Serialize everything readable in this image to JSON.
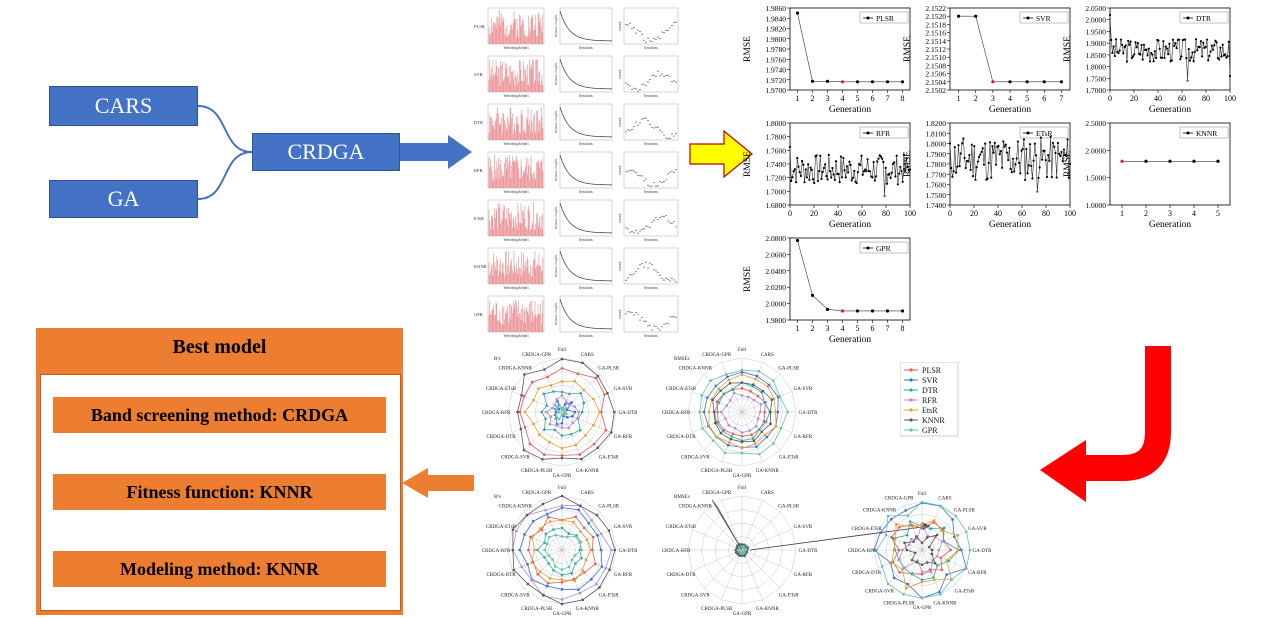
{
  "flow": {
    "cars_label": "CARS",
    "ga_label": "GA",
    "crdga_label": "CRDGA"
  },
  "best_model": {
    "title": "Best model",
    "items": [
      "Band screening method: CRDGA",
      "Fitness function: KNNR",
      "Modeling method: KNNR"
    ]
  },
  "spectral_panel": {
    "row_labels": [
      "PLSR",
      "SVR",
      "DTR",
      "RFR",
      "ETsR",
      "KNNR",
      "GPR"
    ],
    "xlabel_spectrum": "Wavelength (nm)",
    "xlabel_sampling": "Iterations",
    "ylabel_sampling": "Number of bands",
    "ylabel_rmse": "RMSE"
  },
  "colors": {
    "blue_box": "#4472c4",
    "orange": "#ed7d31",
    "red_arrow": "#ff0000",
    "yellow_arrow": "#ffff00",
    "spectrum_red": "#e8878a"
  },
  "chart_data": [
    {
      "type": "line",
      "legend": "PLSR",
      "xlabel": "Generation",
      "ylabel": "RMSE",
      "x": [
        1,
        2,
        3,
        4,
        5,
        6,
        7,
        8
      ],
      "values": [
        1.985,
        1.9717,
        1.9717,
        1.9716,
        1.9716,
        1.9716,
        1.9716,
        1.9716
      ],
      "ylim": [
        1.97,
        1.986
      ],
      "yticks": [
        1.97,
        1.972,
        1.974,
        1.976,
        1.978,
        1.98,
        1.982,
        1.984,
        1.986
      ],
      "ytick_labels": [
        "1.9700",
        "1.9720",
        "1.9740",
        "1.9760",
        "1.9780",
        "1.9800",
        "1.9820",
        "1.9840",
        "1.9860"
      ],
      "xticks": [
        1,
        2,
        3,
        4,
        5,
        6,
        7,
        8
      ],
      "xlim": [
        0.5,
        8.5
      ],
      "best_index": 3
    },
    {
      "type": "line",
      "legend": "SVR",
      "xlabel": "Generation",
      "ylabel": "RMSE",
      "x": [
        1,
        2,
        3,
        4,
        5,
        6,
        7
      ],
      "values": [
        2.152,
        2.152,
        2.1504,
        2.1504,
        2.1504,
        2.1504,
        2.1504
      ],
      "ylim": [
        2.1502,
        2.1522
      ],
      "yticks": [
        2.1502,
        2.1504,
        2.1506,
        2.1508,
        2.151,
        2.1512,
        2.1514,
        2.1516,
        2.1518,
        2.152,
        2.1522
      ],
      "ytick_labels": [
        "2.1502",
        "2.1504",
        "2.1506",
        "2.1508",
        "2.1510",
        "2.1512",
        "2.1514",
        "2.1516",
        "2.1518",
        "2.1520",
        "2.1522"
      ],
      "xticks": [
        1,
        2,
        3,
        4,
        5,
        6,
        7
      ],
      "xlim": [
        0.5,
        7.5
      ],
      "best_index": 2
    },
    {
      "type": "line",
      "legend": "DTR",
      "xlabel": "Generation",
      "ylabel": "RMSE",
      "x_range": [
        0,
        100
      ],
      "n": 100,
      "seed": 3,
      "base": 1.87,
      "amp": 0.05,
      "first": 2.02,
      "last": 1.76,
      "best_value": 1.74,
      "best_index": 64,
      "ylim": [
        1.7,
        2.05
      ],
      "yticks": [
        1.7,
        1.75,
        1.8,
        1.85,
        1.9,
        1.95,
        2.0,
        2.05
      ],
      "ytick_labels": [
        "1.7000",
        "1.7500",
        "1.8000",
        "1.8500",
        "1.9000",
        "1.9500",
        "2.0000",
        "2.0500"
      ],
      "xticks": [
        0,
        20,
        40,
        60,
        80,
        100
      ],
      "xlim": [
        0,
        100
      ]
    },
    {
      "type": "line",
      "legend": "RFR",
      "xlabel": "Generation",
      "ylabel": "RMSE",
      "x_range": [
        0,
        100
      ],
      "n": 100,
      "seed": 7,
      "base": 1.732,
      "amp": 0.022,
      "first": 1.765,
      "last": 1.732,
      "best_value": 1.693,
      "best_index": 78,
      "ylim": [
        1.68,
        1.8
      ],
      "yticks": [
        1.68,
        1.7,
        1.72,
        1.74,
        1.76,
        1.78,
        1.8
      ],
      "ytick_labels": [
        "1.6800",
        "1.7000",
        "1.7200",
        "1.7400",
        "1.7600",
        "1.7800",
        "1.8000"
      ],
      "xticks": [
        0,
        20,
        40,
        60,
        80,
        100
      ],
      "xlim": [
        0,
        100
      ]
    },
    {
      "type": "line",
      "legend": "ETsR",
      "xlabel": "Generation",
      "ylabel": "RMSE",
      "x_range": [
        0,
        100
      ],
      "n": 100,
      "seed": 11,
      "base": 1.785,
      "amp": 0.022,
      "first": 1.8,
      "last": 1.78,
      "best_value": 1.753,
      "best_index": 72,
      "ylim": [
        1.74,
        1.82
      ],
      "yticks": [
        1.74,
        1.75,
        1.76,
        1.77,
        1.78,
        1.79,
        1.8,
        1.81,
        1.82
      ],
      "ytick_labels": [
        "1.7400",
        "1.7500",
        "1.7600",
        "1.7700",
        "1.7800",
        "1.7900",
        "1.8000",
        "1.8100",
        "1.8200"
      ],
      "xticks": [
        0,
        20,
        40,
        60,
        80,
        100
      ],
      "xlim": [
        0,
        100
      ]
    },
    {
      "type": "line",
      "legend": "KNNR",
      "xlabel": "Generation",
      "ylabel": "RMSE",
      "x": [
        1,
        2,
        3,
        4,
        5
      ],
      "values": [
        1.8,
        1.8,
        1.8,
        1.8,
        1.8
      ],
      "ylim": [
        1.0,
        2.5
      ],
      "yticks": [
        1.0,
        1.5,
        2.0,
        2.5
      ],
      "ytick_labels": [
        "1.0000",
        "1.5000",
        "2.0000",
        "2.5000"
      ],
      "xticks": [
        1,
        2,
        3,
        4,
        5
      ],
      "xlim": [
        0.5,
        5.5
      ],
      "best_index": 0
    },
    {
      "type": "line",
      "legend": "GPR",
      "xlabel": "Generation",
      "ylabel": "RMSE",
      "x": [
        1,
        2,
        3,
        4,
        5,
        6,
        7,
        8
      ],
      "values": [
        2.077,
        2.01,
        1.993,
        1.991,
        1.991,
        1.991,
        1.991,
        1.991
      ],
      "ylim": [
        1.98,
        2.08
      ],
      "yticks": [
        1.98,
        2.0,
        2.02,
        2.04,
        2.06,
        2.08
      ],
      "ytick_labels": [
        "1.9800",
        "2.0000",
        "2.0200",
        "2.0400",
        "2.0600",
        "2.0800"
      ],
      "xticks": [
        1,
        2,
        3,
        4,
        5,
        6,
        7,
        8
      ],
      "xlim": [
        0.5,
        8.5
      ],
      "best_index": 3
    }
  ],
  "radar": {
    "axes": [
      "Full",
      "CARS",
      "GA-PLSR",
      "GA-SVR",
      "GA-DTR",
      "GA-RFR",
      "GA-ETsR",
      "GA-KNNR",
      "GA-GPR",
      "CRDGA-PLSR",
      "CRDGA-SVR",
      "CRDGA-DTR",
      "CRDGA-RFR",
      "CRDGA-ETsR",
      "CRDGA-KNNR",
      "CRDGA-GPR"
    ],
    "series_names": [
      "PLSR",
      "SVR",
      "DTR",
      "RFR",
      "EtsR",
      "KNNR",
      "GPR"
    ],
    "series_colors": [
      "#e05a5a",
      "#3a6fd8",
      "#2fa8a0",
      "#b38ad8",
      "#e0a030",
      "#5a5a5a",
      "#6ac0a8"
    ],
    "metric_label_r2": "R²c",
    "metric_label_rmse": "RMSEc",
    "metric_label_r2v": "R²v",
    "metric_label_rmsev": "RMSEv"
  }
}
